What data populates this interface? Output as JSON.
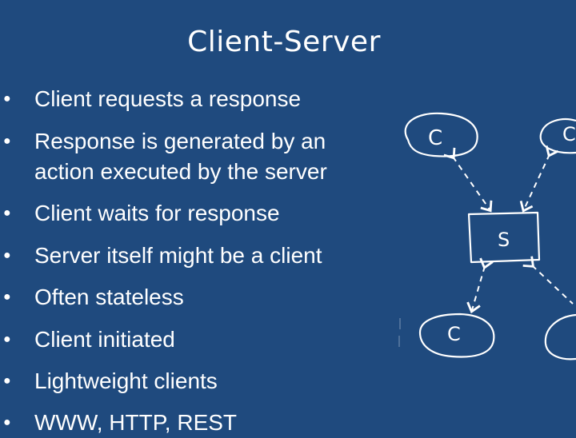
{
  "title": "Client-Server",
  "bullets": [
    {
      "line1": "Client requests a response"
    },
    {
      "line1": "Response is generated by an",
      "line2": "action executed by the server"
    },
    {
      "line1": "Client waits for response"
    },
    {
      "line1": "Server itself might be a client"
    },
    {
      "line1": "Often stateless"
    },
    {
      "line1": "Client initiated"
    },
    {
      "line1": "Lightweight clients"
    },
    {
      "line1": "WWW, HTTP, REST"
    }
  ],
  "diagram": {
    "client_label": "C",
    "server_label": "S"
  },
  "colors": {
    "background": "#1f4a7e",
    "foreground": "#ffffff"
  }
}
